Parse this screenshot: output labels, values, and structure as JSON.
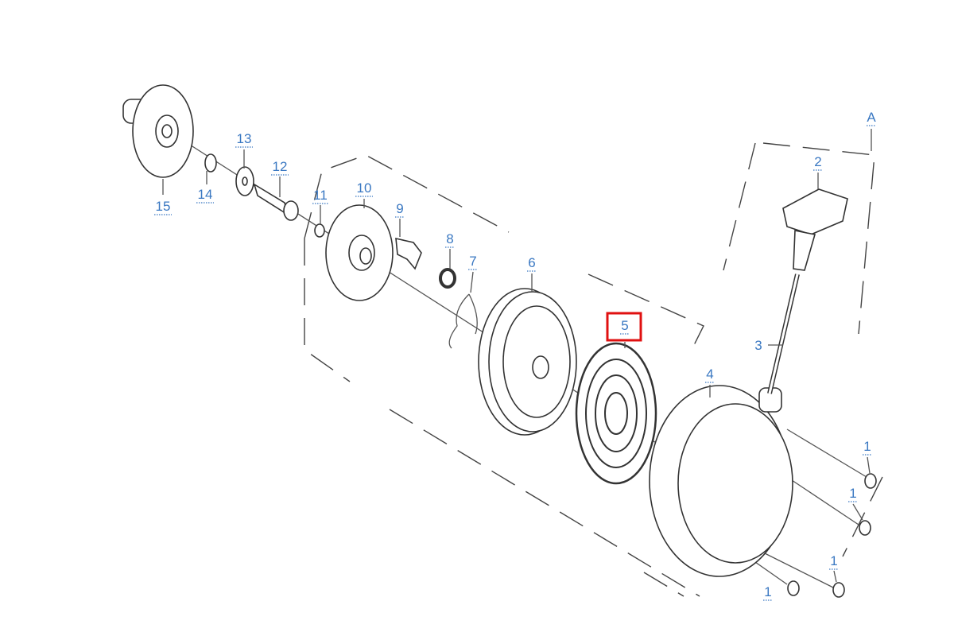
{
  "diagram": {
    "highlight_color": "#e01010",
    "label_color": "#3a78c2",
    "highlighted_part": "5",
    "labels": [
      {
        "id": "15",
        "text": "15"
      },
      {
        "id": "14",
        "text": "14"
      },
      {
        "id": "13",
        "text": "13"
      },
      {
        "id": "12",
        "text": "12"
      },
      {
        "id": "11",
        "text": "11"
      },
      {
        "id": "10",
        "text": "10"
      },
      {
        "id": "9",
        "text": "9"
      },
      {
        "id": "8",
        "text": "8"
      },
      {
        "id": "7",
        "text": "7"
      },
      {
        "id": "6",
        "text": "6"
      },
      {
        "id": "5",
        "text": "5"
      },
      {
        "id": "4",
        "text": "4"
      },
      {
        "id": "3",
        "text": "3"
      },
      {
        "id": "2",
        "text": "2"
      },
      {
        "id": "A",
        "text": "A"
      },
      {
        "id": "1a",
        "text": "1"
      },
      {
        "id": "1b",
        "text": "1"
      },
      {
        "id": "1c",
        "text": "1"
      },
      {
        "id": "1d",
        "text": "1"
      }
    ]
  }
}
